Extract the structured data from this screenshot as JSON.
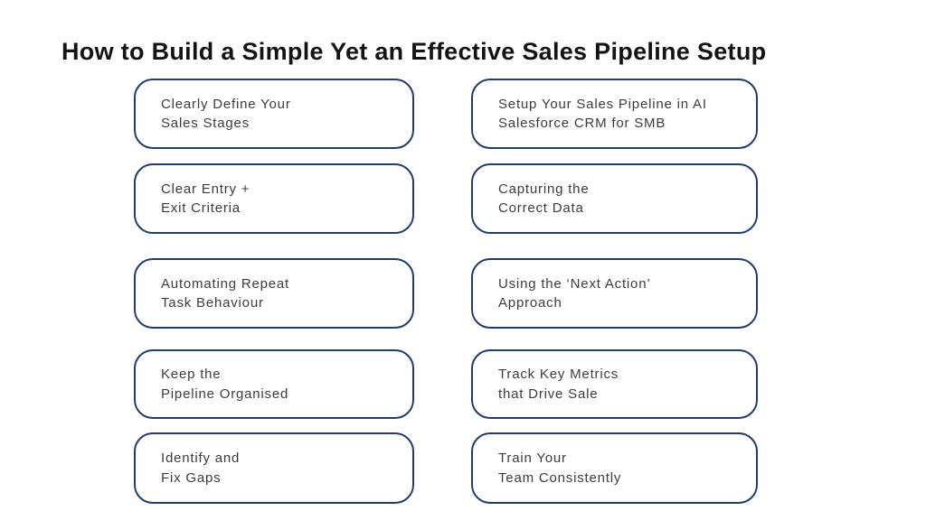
{
  "title": "How to Build a Simple Yet an Effective Sales Pipeline Setup",
  "colors": {
    "background": "#ffffff",
    "border": "#1e3c6e",
    "text": "#3c3c3c",
    "title": "#141414"
  },
  "boxes": [
    {
      "id": "define-sales-stages",
      "column": "left",
      "row": 1,
      "line1": "Clearly Define Your",
      "line2": "Sales Stages"
    },
    {
      "id": "setup-salesforce-crm",
      "column": "right",
      "row": 1,
      "line1": "Setup Your Sales Pipeline in AI",
      "line2": "Salesforce CRM for SMB"
    },
    {
      "id": "entry-exit-criteria",
      "column": "left",
      "row": 2,
      "line1": "Clear Entry +",
      "line2": "Exit Criteria"
    },
    {
      "id": "capturing-correct-data",
      "column": "right",
      "row": 2,
      "line1": "Capturing the",
      "line2": "Correct Data"
    },
    {
      "id": "automating-repeat-tasks",
      "column": "left",
      "row": 3,
      "line1": "Automating Repeat",
      "line2": "Task Behaviour"
    },
    {
      "id": "next-action-approach",
      "column": "right",
      "row": 3,
      "line1": "Using the ‘Next Action’",
      "line2": "Approach"
    },
    {
      "id": "keep-pipeline-organised",
      "column": "left",
      "row": 4,
      "line1": "Keep the",
      "line2": "Pipeline Organised"
    },
    {
      "id": "track-key-metrics",
      "column": "right",
      "row": 4,
      "line1": "Track Key Metrics",
      "line2": "that Drive Sale"
    },
    {
      "id": "identify-fix-gaps",
      "column": "left",
      "row": 5,
      "line1": "Identify and",
      "line2": "Fix Gaps"
    },
    {
      "id": "train-team-consistently",
      "column": "right",
      "row": 5,
      "line1": "Train Your",
      "line2": "Team Consistently"
    }
  ]
}
